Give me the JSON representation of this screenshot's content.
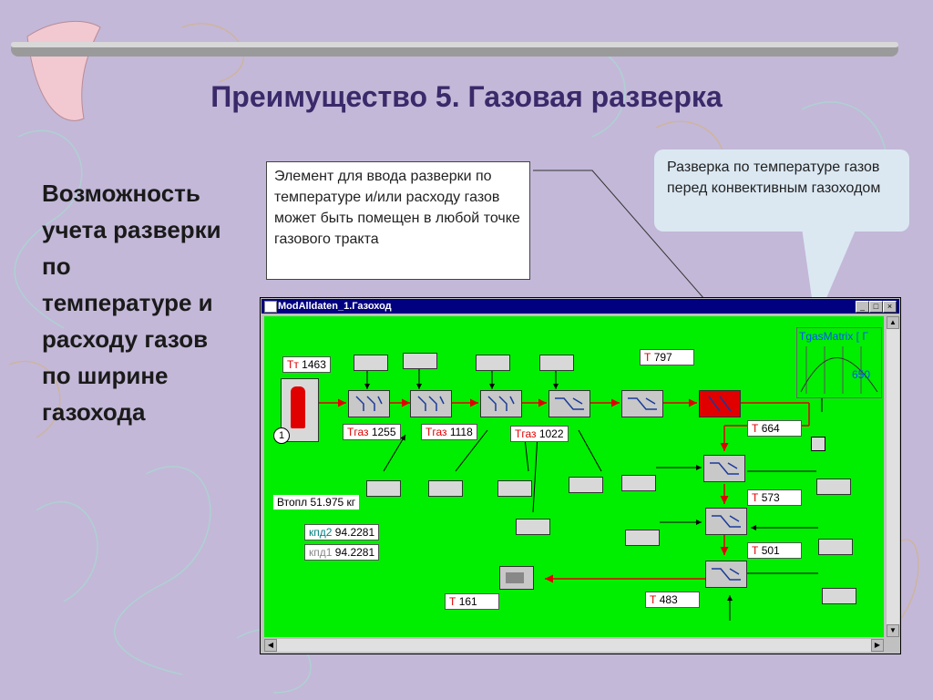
{
  "slide": {
    "title": "Преимущество 5. Газовая разверка",
    "left_text": "Возможность учета разверки по температуре и расходу газов по ширине газохода"
  },
  "callouts": {
    "element": "Элемент для ввода разверки по температуре и/или расходу газов может быть помещен в любой точке газового тракта",
    "temperature": "Разверка по температуре газов перед конвективным газоходом"
  },
  "window": {
    "title": "ModAlldaten_1.Газоход",
    "buttons": [
      "_",
      "□",
      "×"
    ]
  },
  "labels": {
    "tt": {
      "name": "Тт",
      "value": "1463"
    },
    "tgaz1": {
      "name": "Тгаз",
      "value": "1255"
    },
    "tgaz2": {
      "name": "Тгаз",
      "value": "1118"
    },
    "tgaz3": {
      "name": "Тгаз",
      "value": "1022"
    },
    "t797": {
      "name": "Т",
      "value": "797"
    },
    "t664": {
      "name": "Т",
      "value": "664"
    },
    "t573": {
      "name": "Т",
      "value": "573"
    },
    "t501": {
      "name": "Т",
      "value": "501"
    },
    "t483": {
      "name": "Т",
      "value": "483"
    },
    "t161": {
      "name": "Т",
      "value": "161"
    },
    "vtopl": "Втопл 51.975 кг",
    "kpd2": {
      "name": "кпд2",
      "value": "94.2281"
    },
    "kpd1": {
      "name": "кпд1",
      "value": "94.2281"
    },
    "boiler_num": "1"
  },
  "matrix": {
    "title": "TgasMatrix [ Г",
    "value": "650"
  },
  "colors": {
    "canvas": "#00ee00",
    "flow": "#e00000",
    "titlebar": "#000080",
    "accent": "#3a2a6a"
  }
}
